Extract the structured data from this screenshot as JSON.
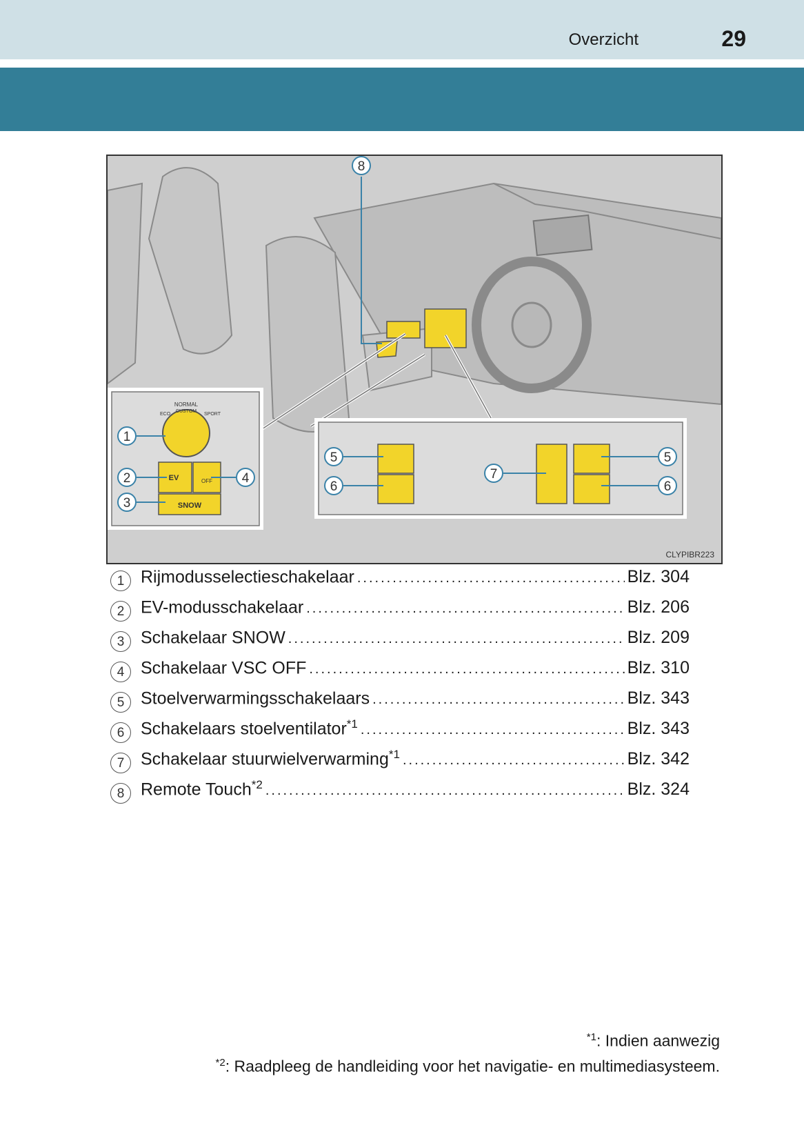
{
  "header": {
    "section_title": "Overzicht",
    "page_number": "29"
  },
  "figure": {
    "code": "CLYPIBR223",
    "callouts": [
      "1",
      "2",
      "3",
      "4",
      "5",
      "6",
      "7",
      "8"
    ],
    "dial_labels": {
      "normal": "NORMAL",
      "custom": "CUSTOM",
      "eco": "ECO",
      "sport": "SPORT"
    },
    "button_labels": {
      "ev": "EV",
      "snow": "SNOW",
      "vsc": "OFF"
    }
  },
  "references": [
    {
      "num": "1",
      "label": "Rijmodusselectieschakelaar",
      "sup": "",
      "page": "Blz. 304"
    },
    {
      "num": "2",
      "label": "EV-modusschakelaar",
      "sup": "",
      "page": "Blz. 206"
    },
    {
      "num": "3",
      "label": "Schakelaar SNOW",
      "sup": "",
      "page": "Blz. 209"
    },
    {
      "num": "4",
      "label": "Schakelaar VSC OFF",
      "sup": "",
      "page": "Blz. 310"
    },
    {
      "num": "5",
      "label": "Stoelverwarmingsschakelaars",
      "sup": "",
      "page": "Blz. 343"
    },
    {
      "num": "6",
      "label": "Schakelaars stoelventilator",
      "sup": "*1",
      "page": "Blz. 343"
    },
    {
      "num": "7",
      "label": "Schakelaar stuurwielverwarming",
      "sup": "*1",
      "page": "Blz. 342"
    },
    {
      "num": "8",
      "label": "Remote Touch",
      "sup": "*2",
      "page": "Blz. 324"
    }
  ],
  "footnotes": [
    {
      "mark": "*1",
      "text": ": Indien aanwezig"
    },
    {
      "mark": "*2",
      "text": ": Raadpleeg de handleiding voor het navigatie- en multimediasysteem."
    }
  ],
  "colors": {
    "header_band": "#cfe0e6",
    "accent_band": "#337e97",
    "highlight_yellow": "#f2d42a",
    "callout_blue": "#3a82a8"
  }
}
